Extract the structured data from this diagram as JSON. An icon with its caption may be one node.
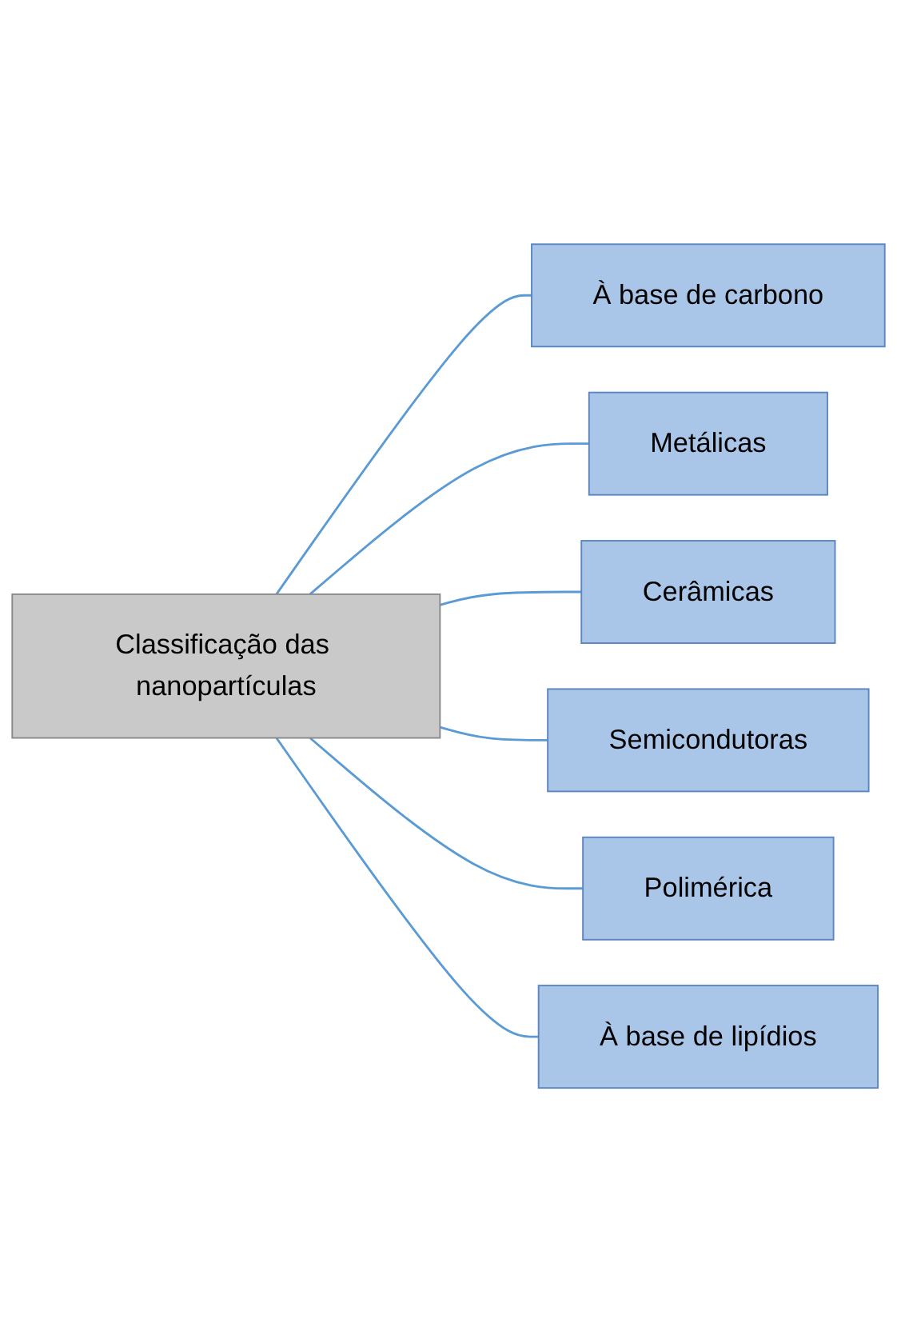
{
  "diagram": {
    "nodes": [
      {
        "text": [
          "Classificação das nanopartículas"
        ]
      },
      {
        "text": [
          "À base de carbono"
        ]
      },
      {
        "text": [
          "Metálicas"
        ]
      },
      {
        "text": [
          "Cerâmicas"
        ]
      },
      {
        "text": [
          "Semicondutoras"
        ]
      },
      {
        "text": [
          "Polimérica"
        ]
      },
      {
        "text": [
          "À base de lipídios"
        ]
      }
    ],
    "edges": [
      {
        "from": 0,
        "to": 1,
        "arrow": "none"
      },
      {
        "from": 0,
        "to": 2,
        "arrow": "none"
      },
      {
        "from": 0,
        "to": 3,
        "arrow": "none"
      },
      {
        "from": 0,
        "to": 4,
        "arrow": "none"
      },
      {
        "from": 0,
        "to": 5,
        "arrow": "none"
      },
      {
        "from": 0,
        "to": 6,
        "arrow": "none"
      }
    ]
  }
}
